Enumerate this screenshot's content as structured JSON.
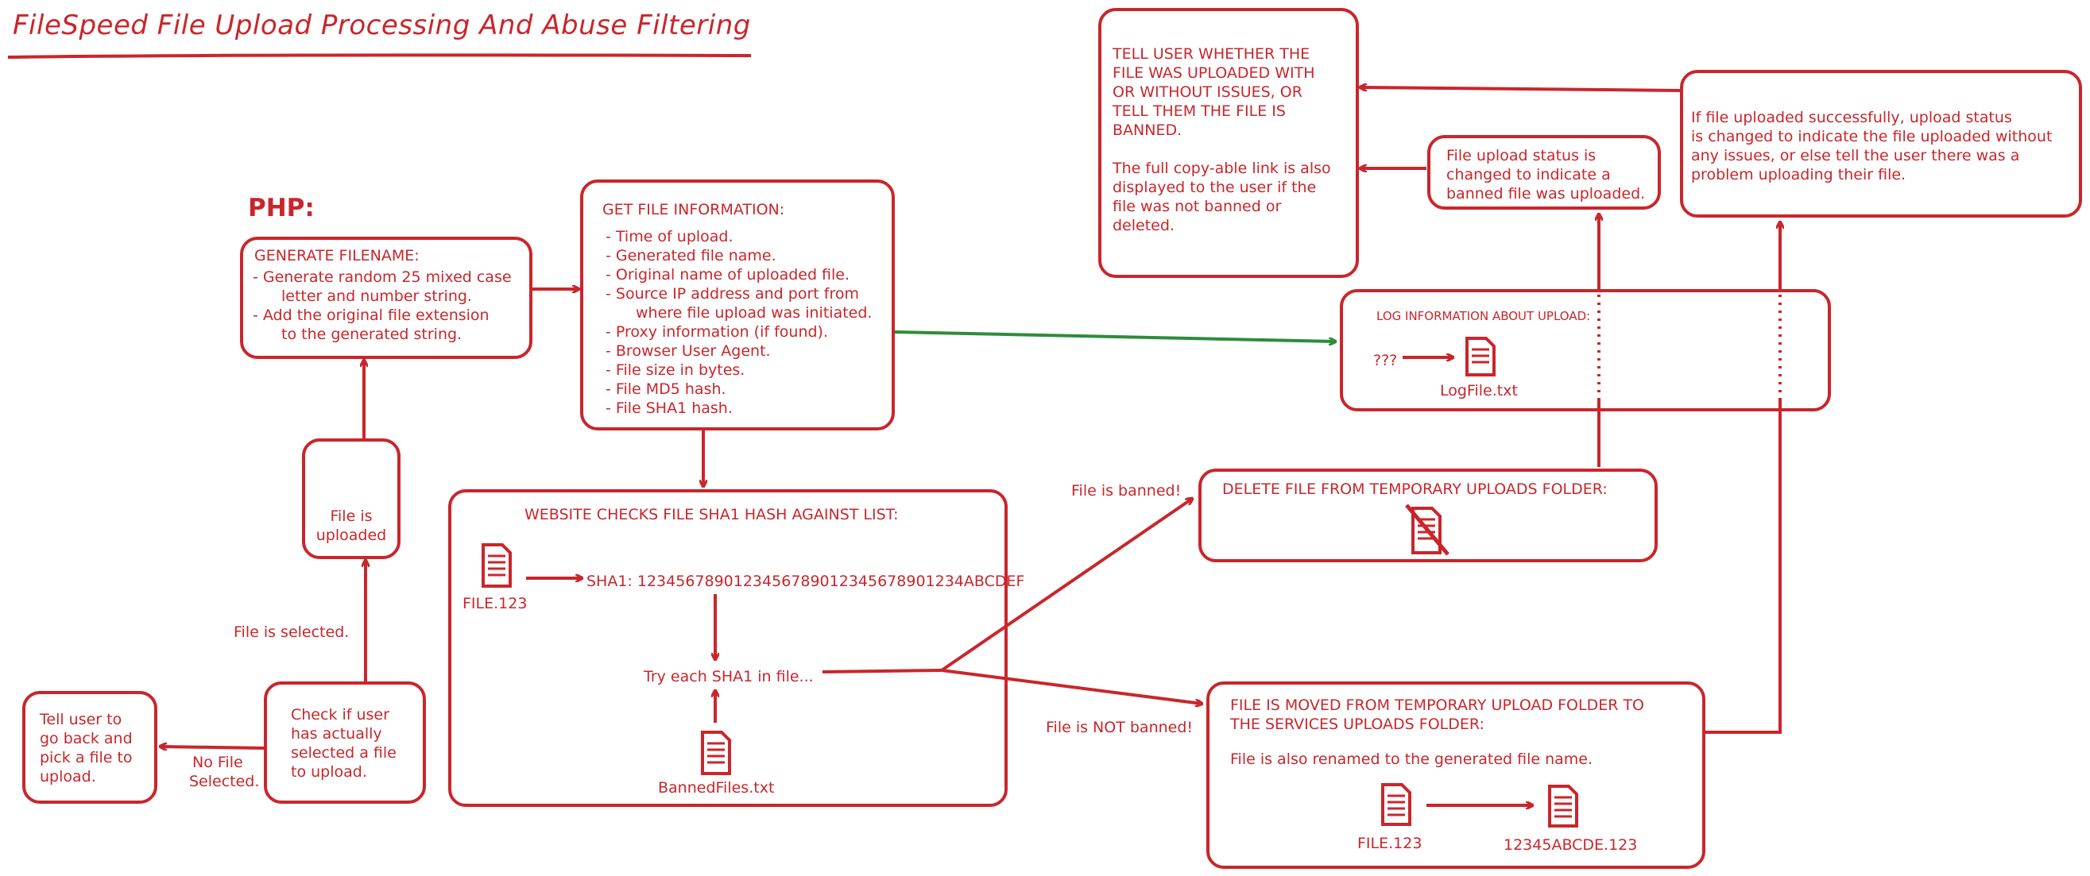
{
  "title": "FileSpeed File Upload Processing And Abuse Filtering",
  "php_label": "PHP:",
  "colors": {
    "ink": "#c9262b",
    "green_arrow": "#2d8c3c"
  },
  "nodes": {
    "generate_filename": {
      "heading": "GENERATE FILENAME:",
      "lines": [
        "- Generate random 25 mixed case",
        "letter and number string.",
        "- Add the original file extension",
        "to the generated string."
      ]
    },
    "get_file_info": {
      "heading": "GET FILE INFORMATION:",
      "lines": [
        "- Time of upload.",
        "- Generated file name.",
        "- Original name of uploaded file.",
        "- Source IP address and port from",
        "where file upload was initiated.",
        "- Proxy information (if found).",
        "- Browser User Agent.",
        "- File size in bytes.",
        "- File MD5 hash.",
        "- File SHA1 hash."
      ]
    },
    "file_uploaded": {
      "label_lines": [
        "File is",
        "uploaded"
      ]
    },
    "check_user": {
      "lines": [
        "Check if user",
        "has actually",
        "selected a file",
        "to upload."
      ]
    },
    "tell_user_back": {
      "lines": [
        "Tell user to",
        "go back and",
        "pick a file to",
        "upload."
      ]
    },
    "website_checks": {
      "heading": "WEBSITE CHECKS FILE SHA1 HASH AGAINST LIST:",
      "file_label": "FILE.123",
      "sha1_text": "SHA1: 1234567890123456789012345678901234ABCDEF",
      "try_text": "Try each SHA1 in file...",
      "banned_file_label": "BannedFiles.txt"
    },
    "log_info": {
      "heading": "LOG INFORMATION ABOUT UPLOAD:",
      "source": "???",
      "file_label": "LogFile.txt"
    },
    "delete_file": {
      "heading": "DELETE FILE FROM TEMPORARY UPLOADS FOLDER:"
    },
    "file_moved": {
      "heading_lines": [
        "FILE IS MOVED FROM TEMPORARY UPLOAD FOLDER TO",
        "THE SERVICES UPLOADS FOLDER:"
      ],
      "note": "File is also renamed to the generated file name.",
      "from_label": "FILE.123",
      "to_label": "12345ABCDE.123"
    },
    "tell_user_result": {
      "lines": [
        "TELL USER WHETHER THE",
        "FILE WAS UPLOADED WITH",
        "OR WITHOUT ISSUES, OR",
        "TELL THEM THE FILE IS",
        "BANNED.",
        "",
        "The full copy-able link is also",
        "displayed to the user if the",
        "file was not banned or",
        "deleted."
      ]
    },
    "status_banned": {
      "lines": [
        "File upload status is",
        "changed to indicate a",
        "banned file was uploaded."
      ]
    },
    "status_success": {
      "lines": [
        "If file uploaded successfully, upload status",
        "is changed to indicate the file uploaded without",
        "any issues, or else tell the user there was a",
        "problem uploading their file."
      ]
    }
  },
  "edge_labels": {
    "file_selected": "File is selected.",
    "no_file_selected": [
      "No File",
      "Selected."
    ],
    "file_banned": "File is banned!",
    "file_not_banned": "File is NOT banned!"
  }
}
